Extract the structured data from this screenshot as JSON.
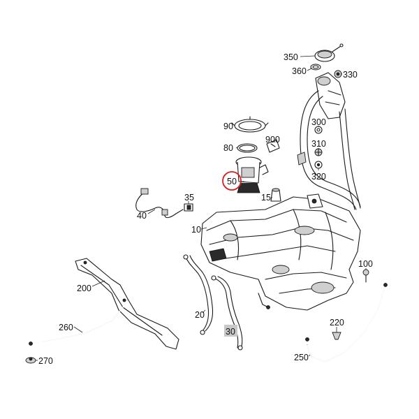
{
  "diagram": {
    "accent_colors": {
      "highlight_circle": "#d62020",
      "highlight_box": "#c8c8c8"
    },
    "callouts": {
      "c350": "350",
      "c360": "360",
      "c330": "330",
      "c90": "90",
      "c300": "300",
      "c900": "900",
      "c310": "310",
      "c80": "80",
      "c320": "320",
      "c50": "50",
      "c35": "35",
      "c15": "15",
      "c40": "40",
      "c10": "10",
      "c100": "100",
      "c200": "200",
      "c20": "20",
      "c260": "260",
      "c30": "30",
      "c220": "220",
      "c270": "270",
      "c250": "250"
    },
    "highlighted_parts": {
      "circled": "50",
      "boxed": "30"
    }
  }
}
